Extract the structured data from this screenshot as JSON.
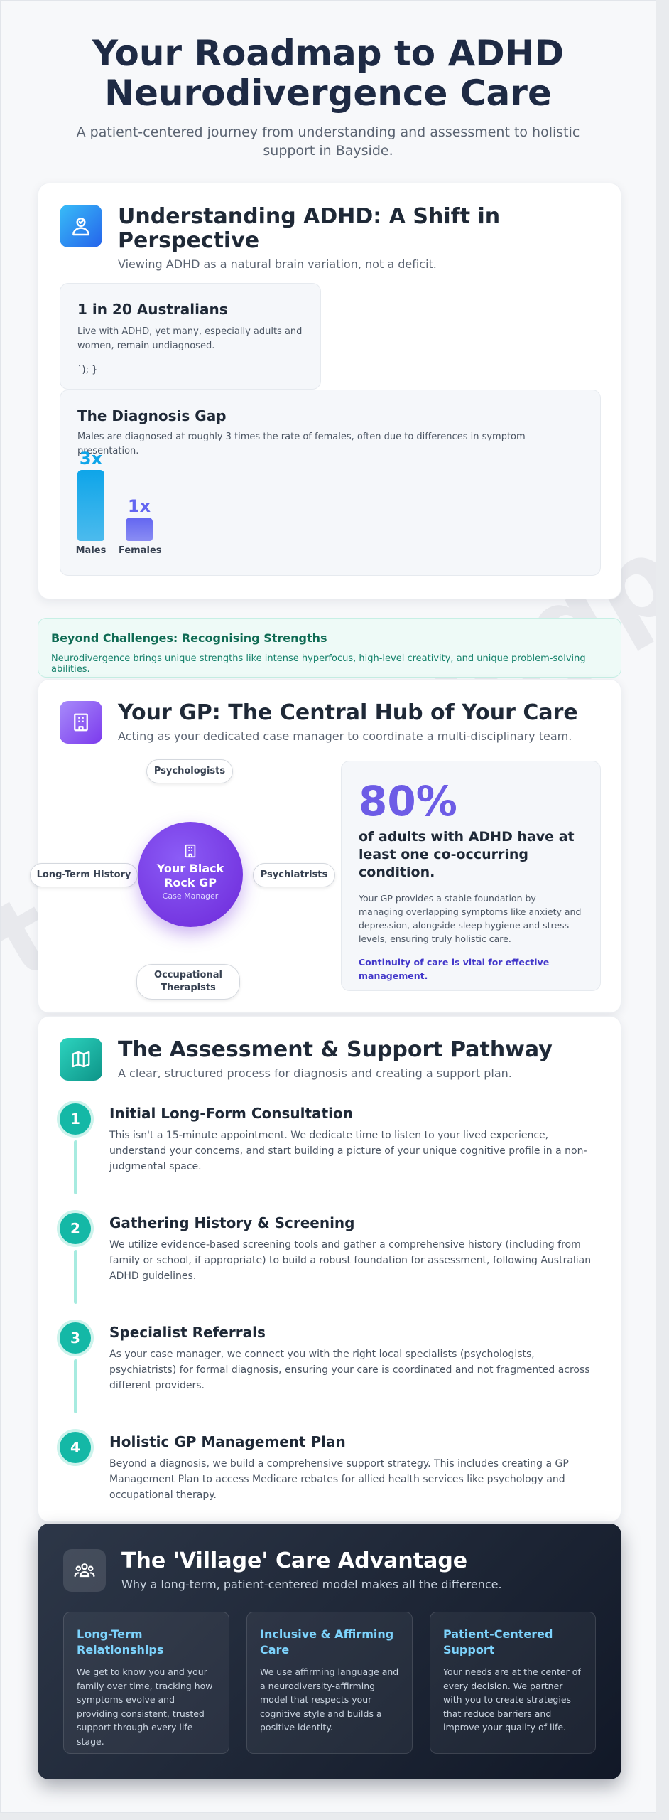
{
  "header": {
    "title": "Your Roadmap to ADHD Neurodivergence Care",
    "subtitle": "A patient-centered journey from understanding and assessment to holistic support in Bayside."
  },
  "watermark": "thevillagegp.com.au",
  "understanding": {
    "icon": "head-heart-icon",
    "title": "Understanding ADHD: A Shift in Perspective",
    "subtitle": "Viewing ADHD as a natural brain variation, not a deficit.",
    "stat_card": {
      "title": "1 in 20 Australians",
      "body": "Live with ADHD, yet many, especially adults and women, remain undiagnosed.",
      "stray_text": "`); }"
    },
    "gap_card": {
      "title": "The Diagnosis Gap",
      "body": "Males are diagnosed at roughly 3 times the rate of females, often due to differences in symptom presentation."
    }
  },
  "chart_data": {
    "type": "bar",
    "categories": [
      "Males",
      "Females"
    ],
    "values": [
      3,
      1
    ],
    "value_labels": [
      "3x",
      "1x"
    ],
    "colors": [
      "#0ea5e9",
      "#6366f1"
    ],
    "title": "",
    "xlabel": "",
    "ylabel": ""
  },
  "strengths": {
    "title": "Beyond Challenges: Recognising Strengths",
    "body": "Neurodivergence brings unique strengths like intense hyperfocus, high-level creativity, and unique problem-solving abilities."
  },
  "gp": {
    "icon": "building-icon",
    "title": "Your GP: The Central Hub of Your Care",
    "subtitle": "Acting as your dedicated case manager to coordinate a multi-disciplinary team.",
    "hub": {
      "icon": "building-icon",
      "title": "Your Black Rock GP",
      "role": "Case Manager"
    },
    "nodes": {
      "top": "Psychologists",
      "left": "Long-Term History",
      "right": "Psychiatrists",
      "bottom": "Occupational Therapists"
    },
    "stat": {
      "value": "80%",
      "headline": "of adults with ADHD have at least one co-occurring condition.",
      "body": "Your GP provides a stable foundation by managing overlapping symptoms like anxiety and depression, alongside sleep hygiene and stress levels, ensuring truly holistic care.",
      "emphasis": "Continuity of care is vital for effective management."
    }
  },
  "pathway": {
    "icon": "map-icon",
    "title": "The Assessment & Support Pathway",
    "subtitle": "A clear, structured process for diagnosis and creating a support plan.",
    "steps": [
      {
        "num": "1",
        "title": "Initial Long-Form Consultation",
        "body": "This isn't a 15-minute appointment. We dedicate time to listen to your lived experience, understand your concerns, and start building a picture of your unique cognitive profile in a non-judgmental space."
      },
      {
        "num": "2",
        "title": "Gathering History & Screening",
        "body": "We utilize evidence-based screening tools and gather a comprehensive history (including from family or school, if appropriate) to build a robust foundation for assessment, following Australian ADHD guidelines."
      },
      {
        "num": "3",
        "title": "Specialist Referrals",
        "body": "As your case manager, we connect you with the right local specialists (psychologists, psychiatrists) for formal diagnosis, ensuring your care is coordinated and not fragmented across different providers."
      },
      {
        "num": "4",
        "title": "Holistic GP Management Plan",
        "body": "Beyond a diagnosis, we build a comprehensive support strategy. This includes creating a GP Management Plan to access Medicare rebates for allied health services like psychology and occupational therapy."
      }
    ]
  },
  "village": {
    "icon": "people-group-icon",
    "title": "The 'Village' Care Advantage",
    "subtitle": "Why a long-term, patient-centered model makes all the difference.",
    "cards": [
      {
        "title": "Long-Term Relationships",
        "body": "We get to know you and your family over time, tracking how symptoms evolve and providing consistent, trusted support through every life stage."
      },
      {
        "title": "Inclusive & Affirming Care",
        "body": "We use affirming language and a neurodiversity-affirming model that respects your cognitive style and builds a positive identity."
      },
      {
        "title": "Patient-Centered Support",
        "body": "Your needs are at the center of every decision. We partner with you to create strategies that reduce barriers and improve your quality of life."
      }
    ]
  }
}
